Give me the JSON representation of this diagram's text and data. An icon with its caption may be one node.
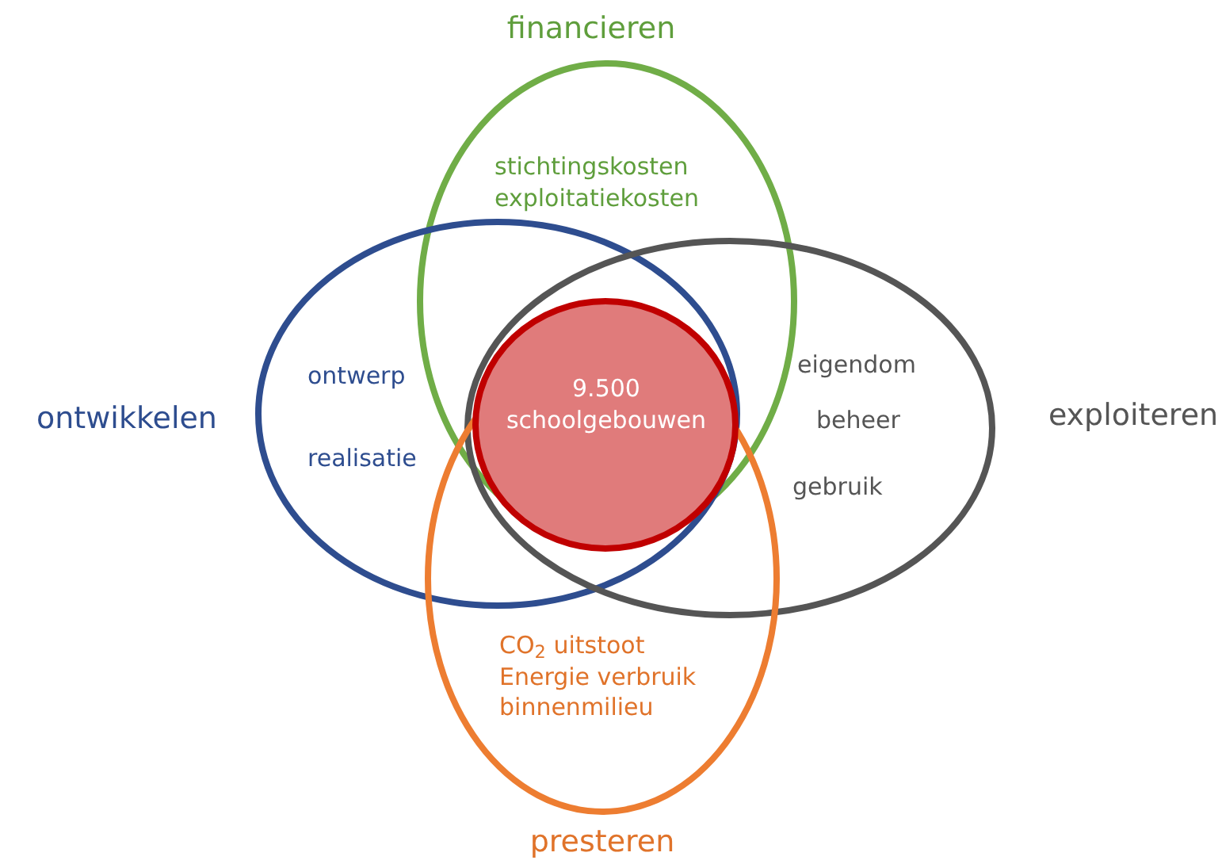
{
  "diagram": {
    "nodes": [
      {
        "text": [
          "financieren",
          "stichtingskosten exploitatiekosten"
        ]
      },
      {
        "text": [
          "ontwikkelen",
          "ontwerp",
          "realisatie"
        ]
      },
      {
        "text": [
          "exploiteren",
          "eigendom",
          "beheer",
          "gebruik"
        ]
      },
      {
        "text": [
          "CO$_{2}$ uitstoot Energie verbruik binnenmilieu",
          "presteren"
        ]
      },
      {
        "text": [
          "9.500 schoolgebouwen"
        ]
      }
    ]
  }
}
